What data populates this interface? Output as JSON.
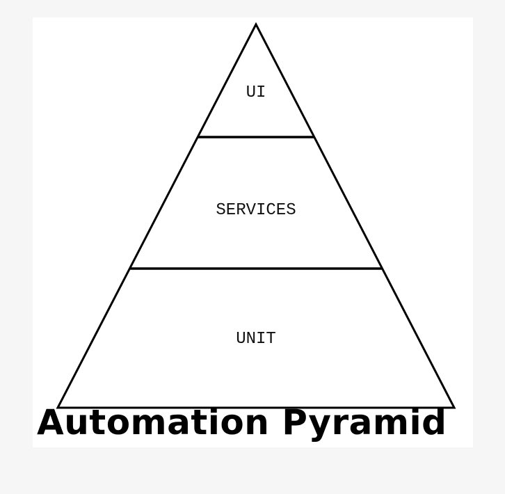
{
  "diagram": {
    "title": "Automation Pyramid",
    "tiers": [
      {
        "label": "UI",
        "level": "top"
      },
      {
        "label": "SERVICES",
        "level": "middle"
      },
      {
        "label": "UNIT",
        "level": "bottom"
      }
    ],
    "colors": {
      "background": "#f6f6f6",
      "panel": "#ffffff",
      "stroke": "#000000",
      "text": "#111111"
    }
  }
}
